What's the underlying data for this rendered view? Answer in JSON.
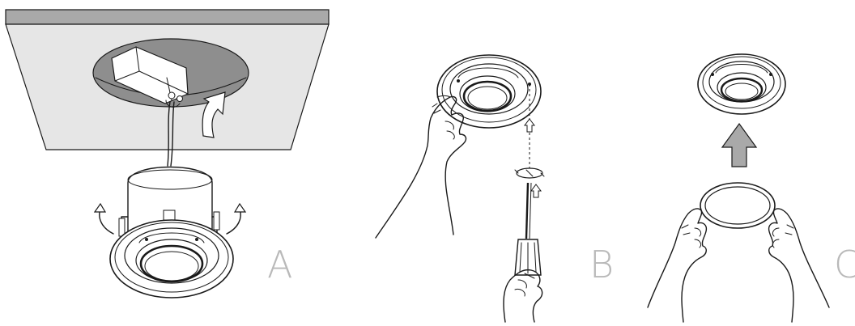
{
  "steps": [
    {
      "label": "A",
      "icon": "ceiling-mount-downlight-icon"
    },
    {
      "label": "B",
      "icon": "screwdriver-remove-clip-icon"
    },
    {
      "label": "C",
      "icon": "lift-trim-ring-icon"
    }
  ],
  "colors": {
    "ceiling_top": "#a9a9a9",
    "ceiling_face": "#e6e6e6",
    "cutout": "#8e8e8e",
    "arrow_fill": "#a9a9a9",
    "line": "#1a1a1a",
    "label": "#b9b9b9"
  }
}
